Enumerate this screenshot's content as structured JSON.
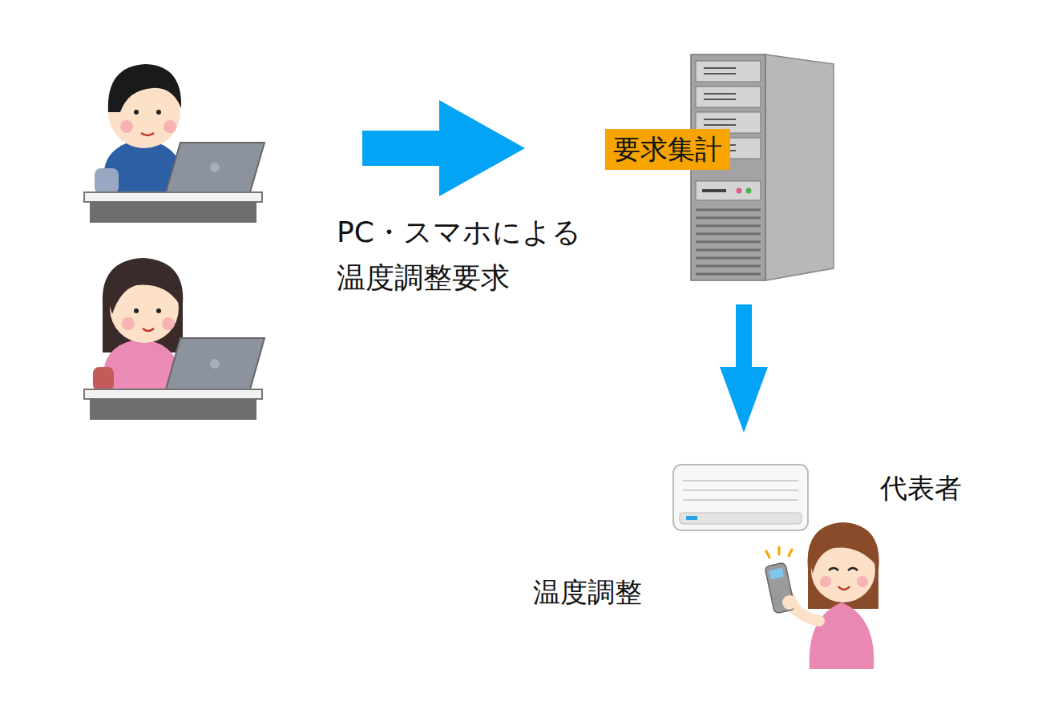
{
  "diagram": {
    "nodes": [
      {
        "text": [
          "要求集計"
        ]
      }
    ],
    "labels": [
      "PC・スマホによる 温度調整要求",
      "代表者",
      "温度調整"
    ]
  }
}
